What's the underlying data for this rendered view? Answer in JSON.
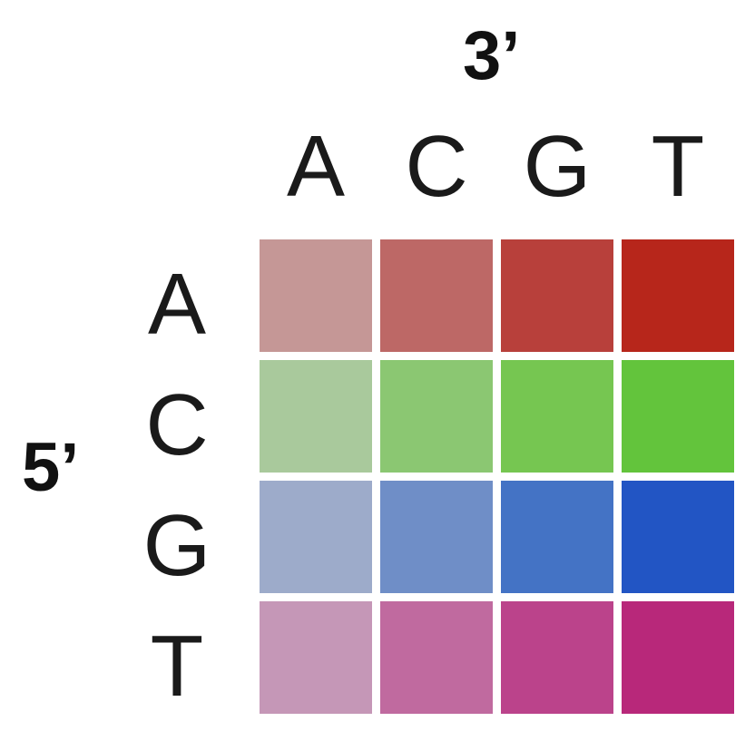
{
  "titles": {
    "three_prime": "3’",
    "five_prime": "5’"
  },
  "columns": [
    "A",
    "C",
    "G",
    "T"
  ],
  "rows": [
    "A",
    "C",
    "G",
    "T"
  ],
  "cells": [
    [
      "#c59796",
      "#bd6866",
      "#b8403b",
      "#b7261b"
    ],
    [
      "#a9c99c",
      "#8bc772",
      "#76c651",
      "#63c43c"
    ],
    [
      "#9dabca",
      "#6f8ec7",
      "#4473c5",
      "#2255c4"
    ],
    [
      "#c597b7",
      "#c06a9f",
      "#bb438b",
      "#b8287a"
    ]
  ]
}
